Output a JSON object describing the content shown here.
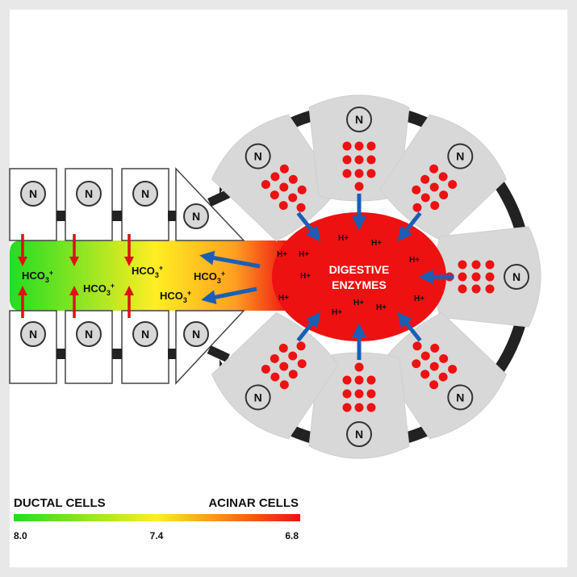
{
  "nucleus_label": "N",
  "center": {
    "line1": "DIGESTIVE",
    "line2": "ENZYMES",
    "color": "#ee1111"
  },
  "proton": {
    "base": "H",
    "charge": "+"
  },
  "bicarbonate": {
    "base": "HCO",
    "sub": "3",
    "sup": "+"
  },
  "legend": {
    "left_label": "DUCTAL CELLS",
    "right_label": "ACINAR CELLS",
    "tick_left": "8.0",
    "tick_mid": "7.4",
    "tick_right": "6.8",
    "gradient": [
      "#22dd22",
      "#ffee22",
      "#ee1111"
    ]
  },
  "colors": {
    "cell_fill": "#d8d8d8",
    "junction": "#222222",
    "granule": "#ee1111",
    "transport_arrow": "#1a5fb4",
    "ion_arrow": "#dd1111"
  }
}
